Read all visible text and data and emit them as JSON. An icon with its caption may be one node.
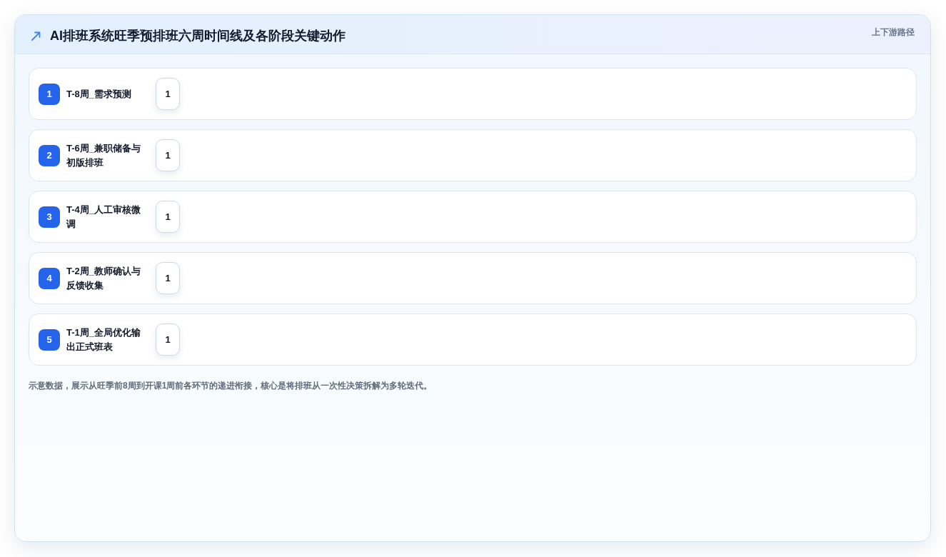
{
  "diagram": {
    "title": "AI排班系统旺季预排班六周时间线及各阶段关键动作",
    "nodes": [
      {
        "text": [
          "T-8周_需求预测"
        ]
      },
      {
        "text": [
          "1"
        ],
        "in": 0
      },
      {
        "text": [
          "1"
        ],
        "in": 0
      },
      {
        "text": [
          "T-6周_兼职储备与初版排班"
        ]
      },
      {
        "text": [
          "2"
        ],
        "in": 3
      },
      {
        "text": [
          "1"
        ],
        "in": 3
      },
      {
        "text": [
          "T-4周_人工审核微调"
        ]
      },
      {
        "text": [
          "3"
        ],
        "in": 6
      },
      {
        "text": [
          "1"
        ],
        "in": 6
      },
      {
        "text": [
          "T-2周_教师确认与反馈收集"
        ]
      },
      {
        "text": [
          "4"
        ],
        "in": 9
      },
      {
        "text": [
          "1"
        ],
        "in": 9
      },
      {
        "text": [
          "T-1周_全局优化输出正式班表"
        ]
      },
      {
        "text": [
          "5"
        ],
        "in": 12
      },
      {
        "text": [
          "1"
        ],
        "in": 12
      }
    ],
    "labels": [
      "上下游路径"
    ],
    "caption": "示意数据，展示从旺季前8周到开课1周前各环节的递进衔接，核心是将排班从一次性决策拆解为多轮迭代。"
  }
}
